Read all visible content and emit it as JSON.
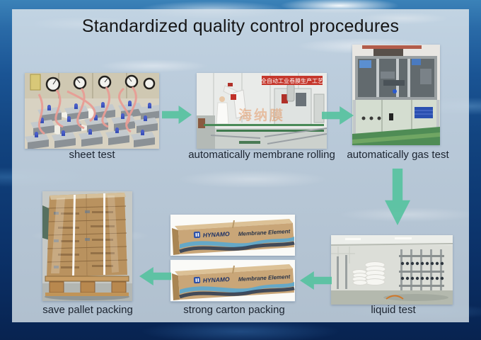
{
  "title": "Standardized quality control procedures",
  "steps": [
    {
      "id": "sheet-test",
      "label": "sheet test"
    },
    {
      "id": "membrane-rolling",
      "label": "automatically membrane rolling",
      "photo_overlay_text": "全自动工业卷膜生产工艺",
      "watermark": "海纳膜"
    },
    {
      "id": "gas-test",
      "label": "automatically gas test"
    },
    {
      "id": "liquid-test",
      "label": "liquid test"
    },
    {
      "id": "carton-packing",
      "label": "strong carton packing",
      "carton_brand": "HYNAMO",
      "carton_product": "Membrane Element"
    },
    {
      "id": "pallet-packing",
      "label": "save pallet packing"
    }
  ],
  "arrows": [
    {
      "from": "sheet test",
      "to": "automatically membrane rolling",
      "direction": "right"
    },
    {
      "from": "automatically membrane rolling",
      "to": "automatically gas test",
      "direction": "right"
    },
    {
      "from": "automatically gas test",
      "to": "liquid test",
      "direction": "down"
    },
    {
      "from": "liquid test",
      "to": "strong carton packing",
      "direction": "left"
    },
    {
      "from": "strong carton packing",
      "to": "save pallet packing",
      "direction": "left"
    }
  ],
  "colors": {
    "arrow": "#57c2a0",
    "panel": "#ccd8e1",
    "water_deep": "#0b3168",
    "title_text": "#151515"
  }
}
